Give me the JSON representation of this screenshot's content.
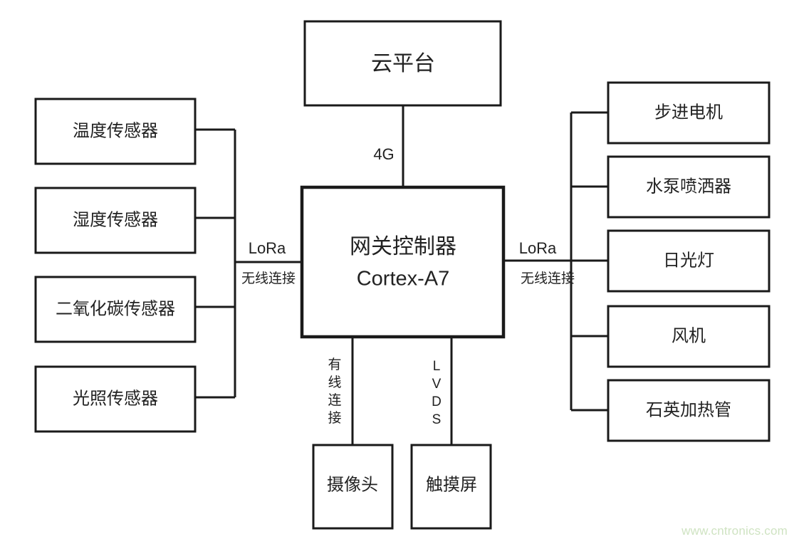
{
  "diagram": {
    "title_node": {
      "label": "云平台"
    },
    "controller": {
      "line1": "网关控制器",
      "line2": "Cortex-A7"
    },
    "sensors": [
      {
        "label": "温度传感器"
      },
      {
        "label": "湿度传感器"
      },
      {
        "label": "二氧化碳传感器"
      },
      {
        "label": "光照传感器"
      }
    ],
    "actuators": [
      {
        "label": "步进电机"
      },
      {
        "label": "水泵喷洒器"
      },
      {
        "label": "日光灯"
      },
      {
        "label": "风机"
      },
      {
        "label": "石英加热管"
      }
    ],
    "peripherals": [
      {
        "label": "摄像头"
      },
      {
        "label": "触摸屏"
      }
    ],
    "edges": {
      "cloud_link": "4G",
      "left_link_primary": "LoRa",
      "left_link_secondary": "无线连接",
      "right_link_primary": "LoRa",
      "right_link_secondary": "无线连接",
      "camera_link": "有线连接",
      "screen_link": "LVDS"
    },
    "watermark": "www.cntronics.com",
    "colors": {
      "stroke": "#1a1a1a",
      "text": "#222222",
      "background": "#ffffff",
      "watermark": "#cfe3c2"
    }
  }
}
